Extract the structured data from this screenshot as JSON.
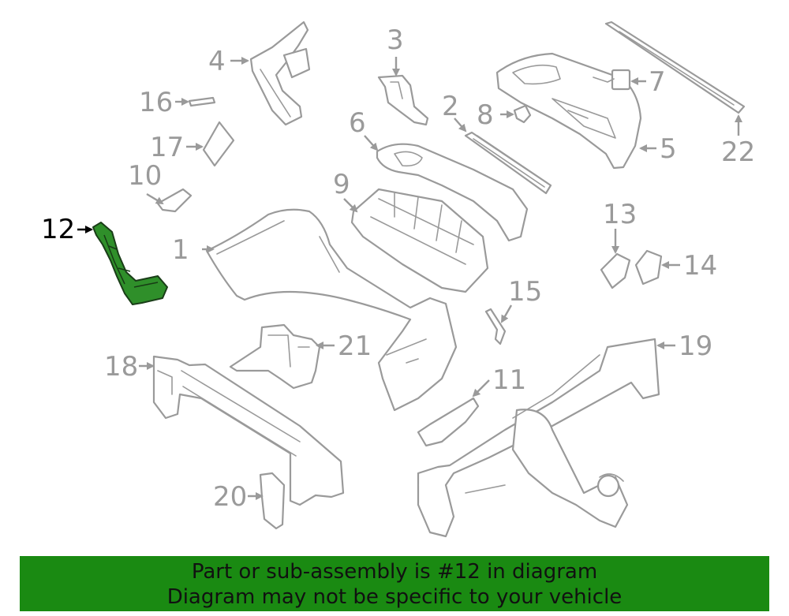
{
  "diagram": {
    "highlighted_callout": "12",
    "colors": {
      "line": "#9a9a9a",
      "highlight_fill": "#2f8f2a",
      "banner": "#1a8a12"
    },
    "callouts": {
      "c1": "1",
      "c2": "2",
      "c3": "3",
      "c4": "4",
      "c5": "5",
      "c6": "6",
      "c7": "7",
      "c8": "8",
      "c9": "9",
      "c10": "10",
      "c11": "11",
      "c12": "12",
      "c13": "13",
      "c14": "14",
      "c15": "15",
      "c16": "16",
      "c17": "17",
      "c18": "18",
      "c19": "19",
      "c20": "20",
      "c21": "21",
      "c22": "22"
    }
  },
  "banner": {
    "line1": "Part or sub-assembly is #12 in diagram",
    "line2": "Diagram may not be specific to your vehicle"
  }
}
